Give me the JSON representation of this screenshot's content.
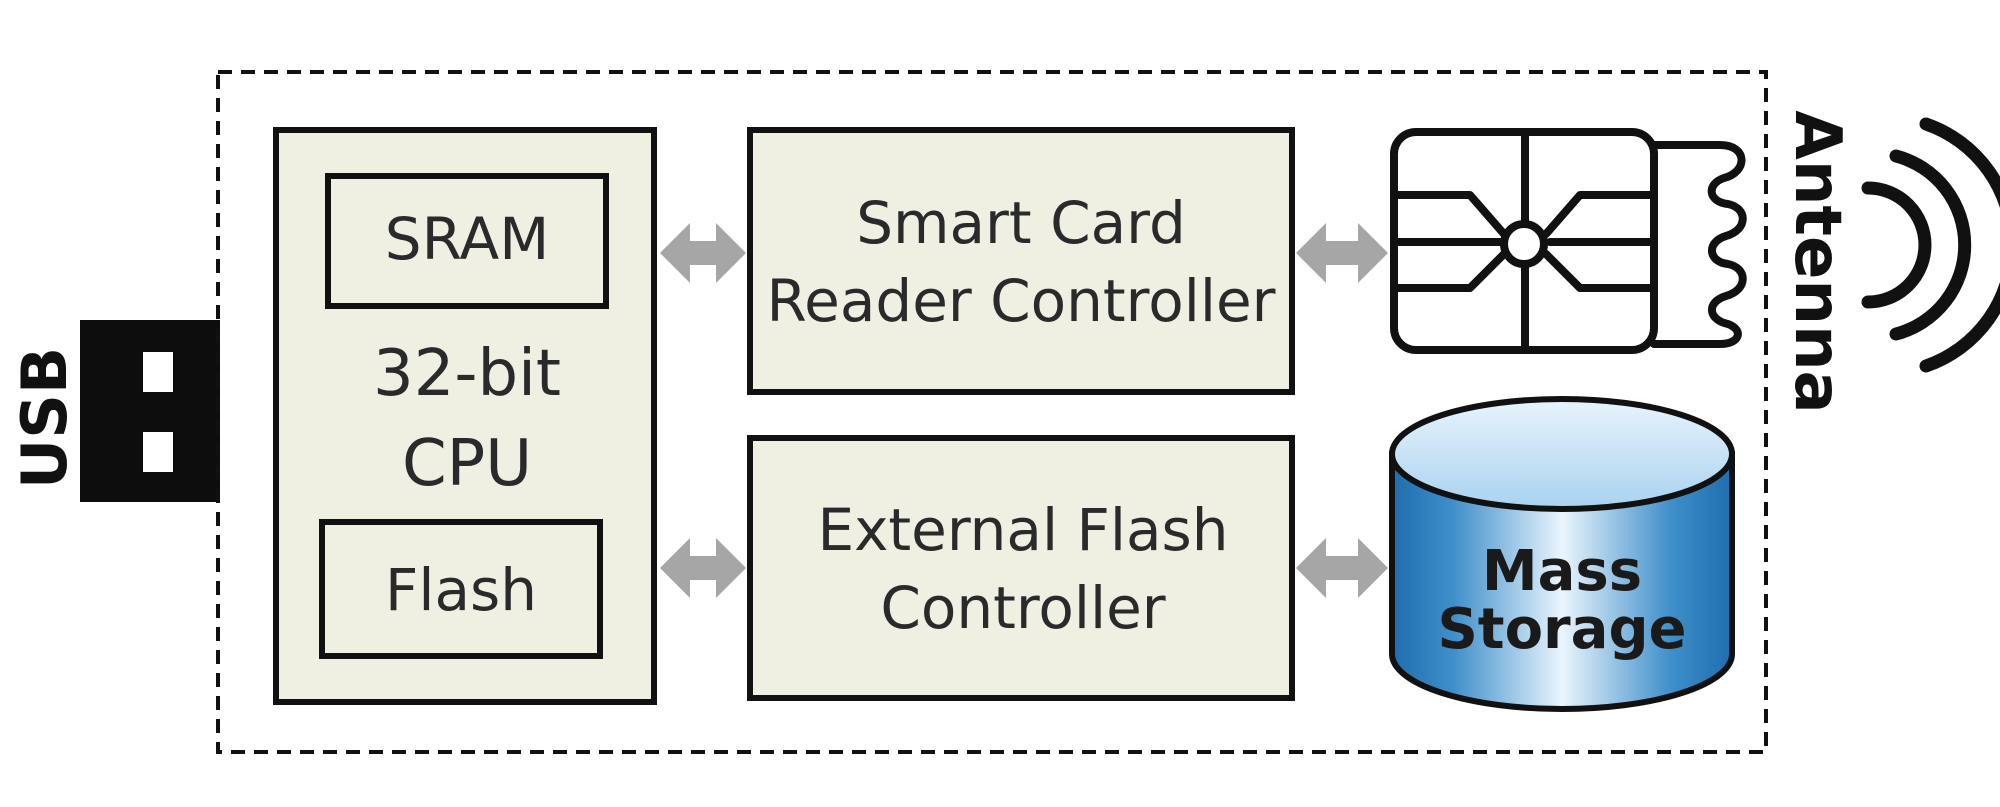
{
  "usb_label": "USB",
  "antenna_label": "Antenna",
  "cpu": {
    "line1": "32-bit",
    "line2": "CPU",
    "sram_label": "SRAM",
    "flash_label": "Flash"
  },
  "smart_card_controller": {
    "line1": "Smart Card",
    "line2": "Reader Controller"
  },
  "external_flash_controller": {
    "line1": "External Flash",
    "line2": "Controller"
  },
  "mass_storage": {
    "line1": "Mass",
    "line2": "Storage"
  },
  "colors": {
    "box_fill": "#efefe2",
    "outline": "#111111",
    "arrow": "#a6a6a6",
    "cylinder_top": "#cfe6f7",
    "cylinder_body": "#3f8fca",
    "usb_connector": "#0d0d0d"
  }
}
